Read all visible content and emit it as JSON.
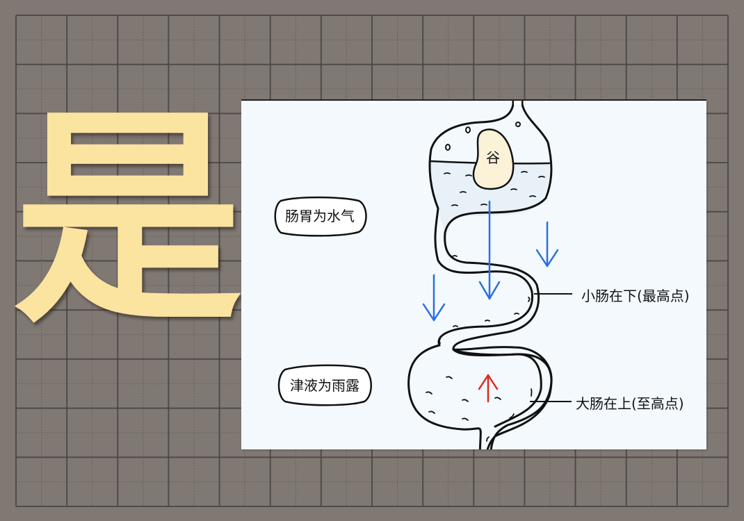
{
  "background": {
    "style": "tian-zi-ge grid paper",
    "color": "#7f7873",
    "grid_line_color": "#4a4440"
  },
  "title_character": {
    "text": "是",
    "color": "#fbe3a0"
  },
  "diagram": {
    "organ_labels": {
      "grain": "谷"
    },
    "bubbles": [
      {
        "text": "肠胃为水气"
      },
      {
        "text": "津液为雨露"
      }
    ],
    "callouts": [
      {
        "text": "小肠在下(最高点)"
      },
      {
        "text": "大肠在上(至高点)"
      }
    ],
    "arrows": {
      "down_color": "#2a6fe0",
      "up_color": "#e0261f",
      "down_count": 3,
      "up_count": 1
    }
  }
}
